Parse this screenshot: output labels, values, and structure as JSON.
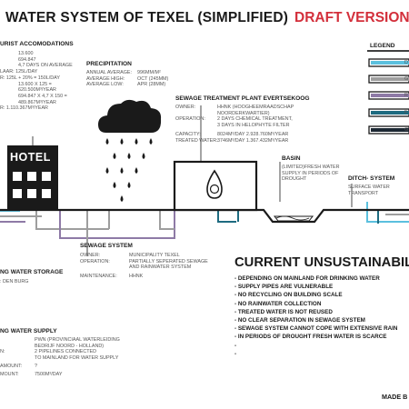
{
  "header": {
    "title": "WATER SYSTEM OF TEXEL (SIMPLIFIED)",
    "draft": "DRAFT VERSION"
  },
  "legend": {
    "title": "LEGEND",
    "items": [
      {
        "label": "D",
        "color": "#5bc0de"
      },
      {
        "label": "G",
        "color": "#9e9e9e"
      },
      {
        "label": "R",
        "color": "#8e7aa6"
      },
      {
        "label": "F",
        "color": "#1e6b80"
      },
      {
        "label": "G",
        "color": "#1c2833"
      }
    ]
  },
  "tourist": {
    "title": "URIST ACCOMODATIONS",
    "lines": [
      "13.600",
      "694.847",
      "4,7 DAYS ON AVERAGE",
      "LAAR:   125L/DAY",
      "R:   125L + 20% = 150L/DAY",
      "13.600 X 125 =",
      "620.500M³/YEAR",
      "694.847 X 4,7 X 150 =",
      "489.867M³/YEAR",
      "R:   1.110.367M³/YEAR"
    ]
  },
  "precipitation": {
    "title": "PRECIPITATION",
    "rows": [
      {
        "k": "ANNUAL AVERAGE:",
        "v": "996MM/M²"
      },
      {
        "k": "AVERAGE HIGH:",
        "v": "OCT (245MM)"
      },
      {
        "k": "AVERAGE LOW:",
        "v": "APR (28MM)"
      }
    ]
  },
  "treatment": {
    "title": "SEWAGE TREATMENT PLANT EVERTSEKOOG",
    "rows": [
      {
        "k": "OWNER:",
        "v": "HHNK (HOOGHEEMRAADSCHAP"
      },
      {
        "k": "",
        "v": "NOORDERKWARTIER)"
      },
      {
        "k": "OPERATION:",
        "v": "2 DAYS CHEMICAL TREATMENT,"
      },
      {
        "k": "",
        "v": "3 DAYS IN HELOPHYTE FILTER"
      },
      {
        "k": "CAPACITY:",
        "v": "8024M³/DAY      2.928.760M³/YEAR"
      },
      {
        "k": "TREATED WATER:",
        "v": "3746M³/DAY      1.367.432M³/YEAR"
      }
    ]
  },
  "hotel": {
    "label": "HOTEL"
  },
  "basin": {
    "title": "BASIN",
    "lines": [
      "(LIMITED)FRESH WATER",
      "SUPPLY IN PERIODS OF",
      "DROUGHT"
    ]
  },
  "ditch": {
    "title": "DITCH- SYSTEM",
    "lines": [
      "SURFACE WATER",
      "TRANSPORT"
    ]
  },
  "sewage": {
    "title": "SEWAGE SYSTEM",
    "rows": [
      {
        "k": "OWNER:",
        "v": "MUNICIPALITY TEXEL"
      },
      {
        "k": "OPERATION:",
        "v": "PARTIALLY SEPERATED SEWAGE"
      },
      {
        "k": "",
        "v": "AND RAINWATER SYSTEM"
      },
      {
        "k": "MAINTENANCE:",
        "v": "HHNK"
      }
    ]
  },
  "storage": {
    "title": "NG WATER STORAGE",
    "lines": [
      ": DEN BURG"
    ]
  },
  "supply": {
    "title": "NG WATER SUPPLY",
    "rows": [
      {
        "k": "",
        "v": "PWN (PROVINCIAAL WATERLEIDING"
      },
      {
        "k": "",
        "v": "BEDRIJF NOORD - HOLLAND)"
      },
      {
        "k": "N:",
        "v": "2 PIPELINES CONNECTED"
      },
      {
        "k": "",
        "v": "TO MAINLAND FOR WATER SUPPLY"
      },
      {
        "k": "AMOUNT:",
        "v": "?"
      },
      {
        "k": "MOUNT:",
        "v": "7500M³/DAY"
      }
    ]
  },
  "issues": {
    "title": "CURRENT UNSUSTAINABILITI",
    "items": [
      "- DEPENDING ON MAINLAND FOR DRINKING WATER",
      "- SUPPLY PIPES ARE VULNERABLE",
      "- NO RECYCLING ON BUILDING SCALE",
      "- NO RAINWATER COLLECTION",
      "- TREATED WATER IS NOT REUSED",
      "- NO CLEAR SEPARATION IN SEWAGE SYSTEM",
      "- SEWAGE SYSTEM CANNOT COPE WITH EXTENSIVE RAIN",
      "- IN PERIODS OF DROUGHT FRESH WATER IS SCARCE",
      "-",
      "-"
    ]
  },
  "footer": {
    "made_by": "MADE B"
  }
}
